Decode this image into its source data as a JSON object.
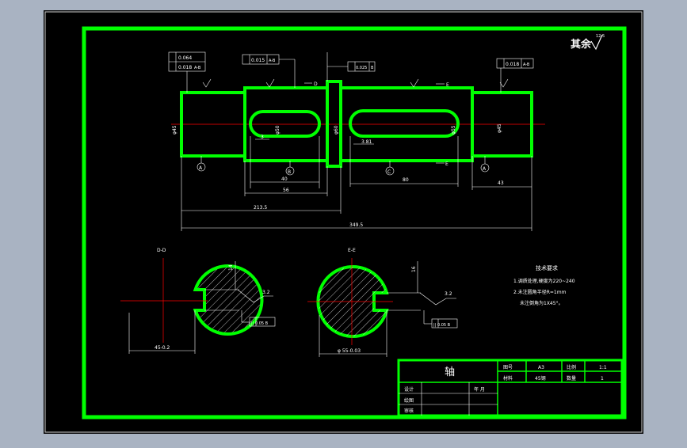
{
  "colors": {
    "background_outer": "#a9b3c2",
    "drawing_bg": "#000000",
    "frame": "#00ff00",
    "geometry": "#00ff00",
    "dimension": "#ffffff",
    "centerline": "#ff0000",
    "hatch": "#ffffff"
  },
  "title_block": {
    "part_name": "轴",
    "labels": {
      "drawing_no": "图号",
      "material": "材料",
      "scale": "比例",
      "quantity": "数量",
      "designer": "设计",
      "drafter": "绘图",
      "reviewer": "审核",
      "date": "年 月"
    },
    "values": {
      "drawing_no": "A3",
      "material": "45钢",
      "scale": "1:1",
      "quantity": "1"
    }
  },
  "roughness_note": {
    "text": "其余",
    "value": "12.5"
  },
  "tech_requirements": {
    "title": "技术要求",
    "lines": [
      "1.调质处理,硬度为220~240",
      "2.未注圆角半径R=1mm",
      "未注倒角为1X45°。"
    ]
  },
  "tolerance_frames": [
    {
      "symbol": "◎",
      "value": "0.064",
      "datum": ""
    },
    {
      "symbol": "↗",
      "value": "0.018",
      "datum": "A-B"
    },
    {
      "symbol": "↗",
      "value": "0.015",
      "datum": "A-B"
    },
    {
      "symbol": "↗",
      "value": "0.025",
      "datum": "B"
    },
    {
      "symbol": "↗",
      "value": "0.018",
      "datum": "A-B"
    }
  ],
  "dimensions": {
    "d1": "φ45",
    "d2": "φ50",
    "d3": "φ60",
    "d4": "φ55",
    "d5": "φ45",
    "len_key1": "40",
    "len_step1": "56",
    "len_key2": "80",
    "len_end": "43",
    "len_half": "213.5",
    "len_total": "349.5",
    "ch1": "3",
    "ch2": "3.81"
  },
  "datum_labels": [
    "A",
    "B",
    "C",
    "A"
  ],
  "section_labels": {
    "left": "D-D",
    "right": "E-E",
    "cut_d": "D",
    "cut_e": "E"
  },
  "sections": {
    "left": {
      "diameter": "45-0.2",
      "key_width": "14",
      "tol": "|| 0.05 B",
      "rough": "3.2"
    },
    "right": {
      "diameter": "φ 55-0.03",
      "key_width": "16",
      "tol": "|| 0.05 B",
      "rough": "3.2"
    }
  }
}
